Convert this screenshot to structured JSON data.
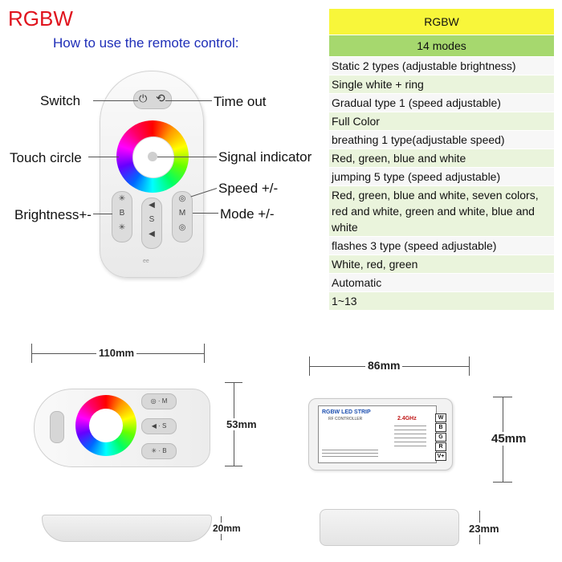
{
  "header": {
    "title": "RGBW",
    "subtitle": "How to use the remote control:"
  },
  "remote": {
    "labels": {
      "switch": "Switch",
      "time_out": "Time out",
      "touch_circle": "Touch circle",
      "signal_indicator": "Signal indicator",
      "speed": "Speed +/-",
      "brightness": "Brightness+-",
      "mode": "Mode +/-"
    },
    "buttons": {
      "b": "B",
      "s": "S",
      "m": "M"
    },
    "brand": "ee"
  },
  "table": {
    "header": "RGBW",
    "subheader": "14 modes",
    "rows": [
      "Static 2 types (adjustable brightness)",
      "Single white + ring",
      "Gradual type 1 (speed adjustable)",
      "Full Color",
      "breathing 1 type(adjustable speed)",
      "Red, green, blue and white",
      "jumping 5  type (speed adjustable)",
      "Red, green, blue and white, seven colors, red and white, green and white, blue and white",
      "flashes 3 type (speed adjustable)",
      "White, red, green",
      "Automatic",
      "1~13"
    ]
  },
  "dimensions": {
    "remote_width": "110mm",
    "remote_height": "53mm",
    "remote_thickness": "20mm",
    "controller_width": "86mm",
    "controller_height": "45mm",
    "controller_thickness": "23mm"
  },
  "controller": {
    "label": "RGBW LED STRIP",
    "sublabel": "RF CONTROLLER",
    "freq": "2.4GHz",
    "terminals": [
      "W",
      "B",
      "G",
      "R",
      "V+"
    ]
  },
  "colors": {
    "title": "#e0141e",
    "subtitle": "#1f2fb8",
    "table_header": "#f8f63a",
    "table_subheader": "#a6d86e"
  }
}
